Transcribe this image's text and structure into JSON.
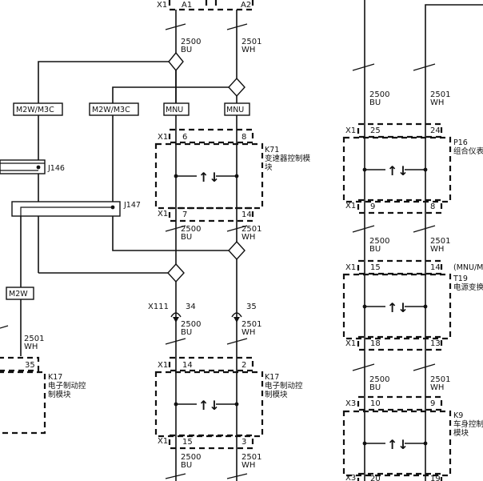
{
  "top_connector": {
    "name": "X1",
    "pin_left": "A1",
    "pin_right": "A2"
  },
  "wire_2500": "2500",
  "wire_2501": "2501",
  "color_bu": "BU",
  "color_wh": "WH",
  "taps": {
    "m2w_m3c_left": "M2W/M3C",
    "m2w_m3c_right": "M2W/M3C",
    "mnu_left": "MNU",
    "mnu_right": "MNU",
    "m2w": "M2W"
  },
  "junctions": {
    "j146": "J146",
    "j147": "J147"
  },
  "k71": {
    "code": "K71",
    "name_line1": "变速器控制模",
    "name_line2": "块",
    "conn_top": "X1",
    "pin_top_left": "6",
    "pin_top_right": "8",
    "conn_bottom": "X1",
    "pin_bottom_left": "7",
    "pin_bottom_right": "14"
  },
  "x111": {
    "name": "X111",
    "pin_left": "34",
    "pin_right": "35"
  },
  "k17_center": {
    "code": "K17",
    "name_line1": "电子制动控",
    "name_line2": "制模块",
    "conn_top": "X1",
    "pin_top_left": "14",
    "pin_top_right": "2",
    "conn_bottom": "X1",
    "pin_bottom_left": "15",
    "pin_bottom_right": "3"
  },
  "k17_left": {
    "code": "K17",
    "name_line1": "电子制动控",
    "name_line2": "制模块",
    "pin": "35"
  },
  "p16": {
    "code": "P16",
    "name_line1": "组合仪表",
    "conn_top": "X1",
    "pin_top_left": "25",
    "pin_top_right": "24",
    "conn_bottom": "X1",
    "pin_bottom_left": "9",
    "pin_bottom_right": "8"
  },
  "t19": {
    "code": "T19",
    "option_note": "(MNU/M",
    "name_line1": "电源变换",
    "conn_top": "X1",
    "pin_top_left": "15",
    "pin_top_right": "14",
    "conn_bottom": "X1",
    "pin_bottom_left": "18",
    "pin_bottom_right": "13"
  },
  "k9": {
    "code": "K9",
    "name_line1": "车身控制",
    "name_line2": "模块",
    "conn_top": "X3",
    "pin_top_left": "10",
    "pin_top_right": "9",
    "conn_bottom": "X3",
    "pin_bottom_left": "20",
    "pin_bottom_right": "19"
  }
}
